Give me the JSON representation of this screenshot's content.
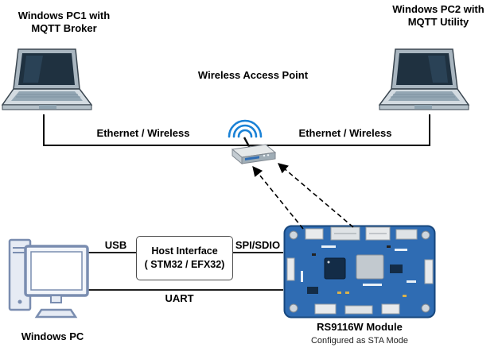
{
  "colors": {
    "background": "#ffffff",
    "line": "#000000",
    "board_blue": "#2f6cb3",
    "wifi_blue": "#1b82d6",
    "pc_outline": "#7a8db0"
  },
  "nodes": {
    "pc1": {
      "line1": "Windows PC1 with",
      "line2": "MQTT Broker",
      "icon": "laptop-icon"
    },
    "pc2": {
      "line1": "Windows PC2 with",
      "line2": "MQTT Utility",
      "icon": "laptop-icon"
    },
    "access_point": {
      "label": "Wireless Access Point",
      "icon": "wireless-access-point-icon"
    },
    "windows_pc": {
      "label": "Windows PC",
      "icon": "desktop-pc-icon"
    },
    "host_interface": {
      "line1": "Host Interface",
      "line2": "( STM32 / EFX32)"
    },
    "module": {
      "name": "RS9116W Module",
      "subtitle": "Configured as STA Mode",
      "icon": "rs9116-board-icon"
    }
  },
  "links": {
    "ethernet_left": "Ethernet / Wireless",
    "ethernet_right": "Ethernet / Wireless",
    "usb": "USB",
    "spi_sdio": "SPI/SDIO",
    "uart": "UART"
  }
}
